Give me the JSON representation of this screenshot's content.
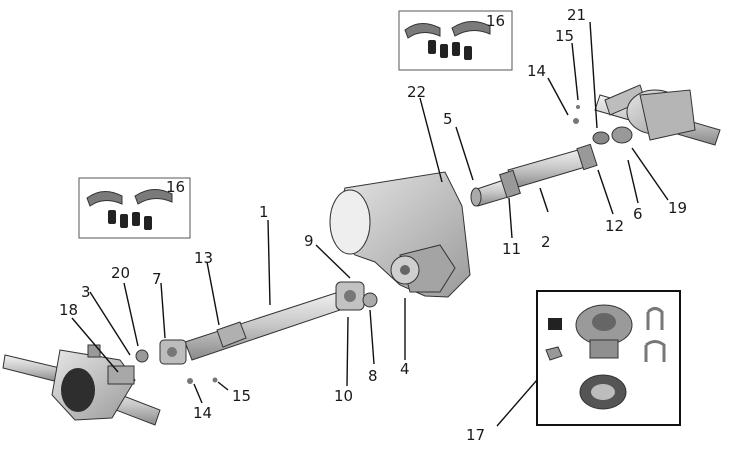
{
  "callouts": {
    "c1": "1",
    "c2": "2",
    "c3": "3",
    "c4": "4",
    "c5": "5",
    "c6": "6",
    "c7": "7",
    "c8": "8",
    "c9": "9",
    "c10": "10",
    "c11": "11",
    "c12": "12",
    "c13": "13",
    "c14a": "14",
    "c14b": "14",
    "c15a": "15",
    "c15b": "15",
    "c16a": "16",
    "c16b": "16",
    "c17": "17",
    "c18": "18",
    "c19": "19",
    "c20": "20",
    "c21": "21",
    "c22": "22"
  },
  "colors": {
    "metal_light": "#d9d9d9",
    "metal_mid": "#a9a9a9",
    "metal_dark": "#555555",
    "hardware": "#222222",
    "line": "#111111"
  }
}
